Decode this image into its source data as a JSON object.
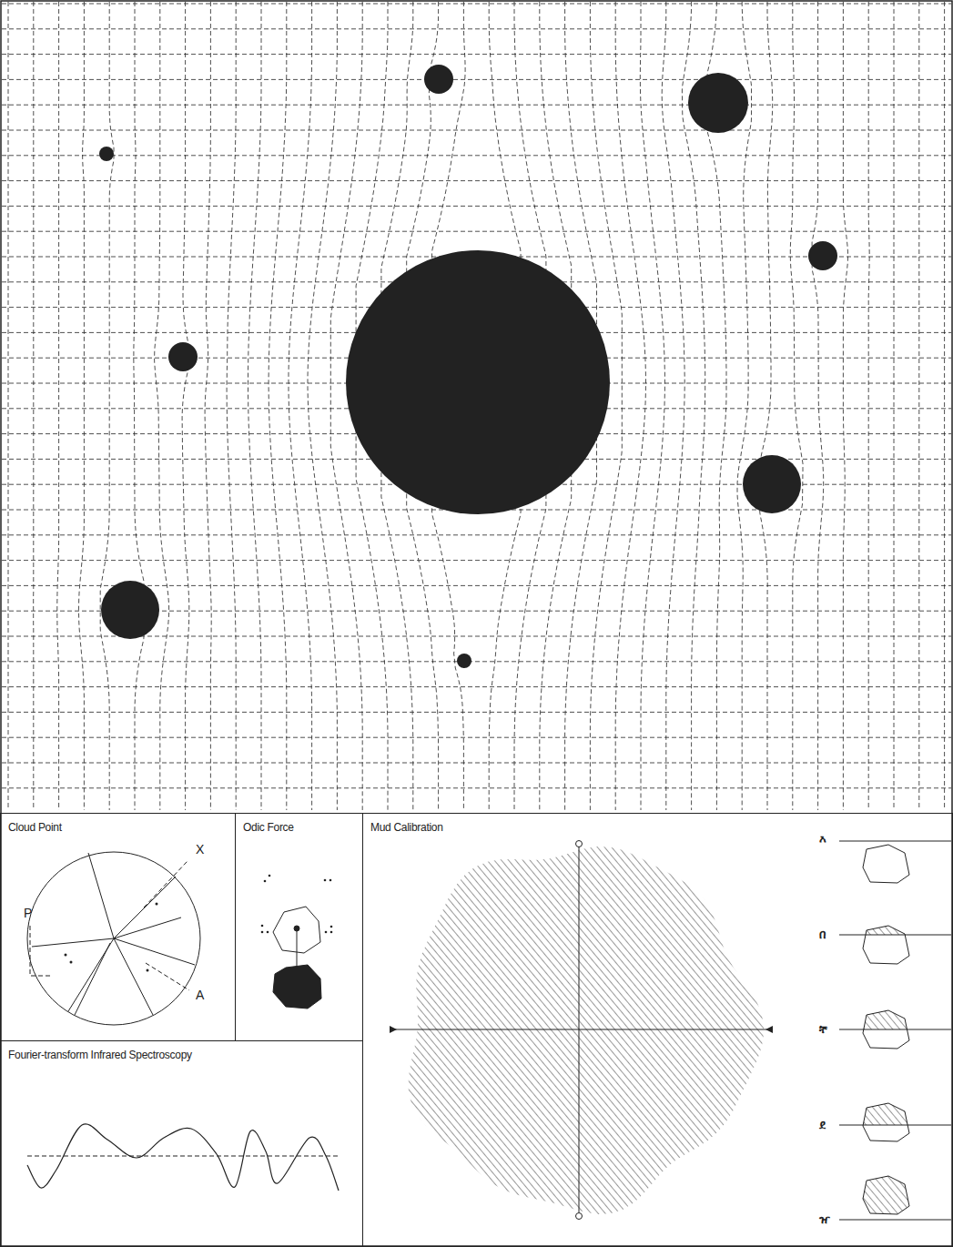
{
  "diagram": {
    "nodes": [
      {
        "text": [
          "Cloud Point"
        ]
      },
      {
        "text": [
          "Odic Force"
        ]
      },
      {
        "text": [
          "Mud Calibration"
        ]
      },
      {
        "text": [
          "Fourier-transform Infrared Spectroscopy"
        ]
      }
    ],
    "labels": [
      "X",
      "P",
      "A",
      "እ",
      "በ",
      "ቸ",
      "ደ",
      "ዠ"
    ]
  }
}
